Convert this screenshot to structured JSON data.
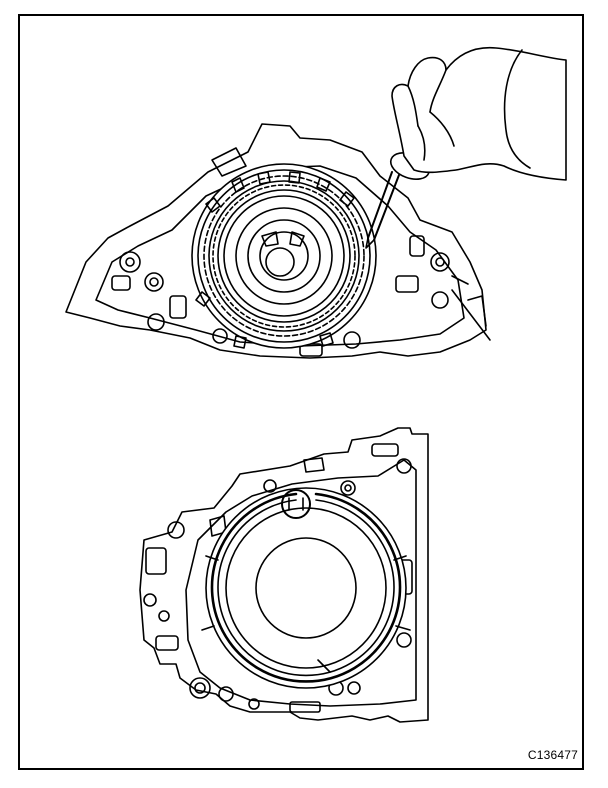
{
  "figure": {
    "id_label": "C136477",
    "colors": {
      "stroke": "#000000",
      "fill": "#ffffff",
      "background": "#ffffff"
    },
    "top_view": {
      "subject": "transmission-case-with-clutch-pack-and-screwdriver"
    },
    "bottom_view": {
      "subject": "transmission-case-with-snap-ring-and-marked-gap"
    }
  }
}
